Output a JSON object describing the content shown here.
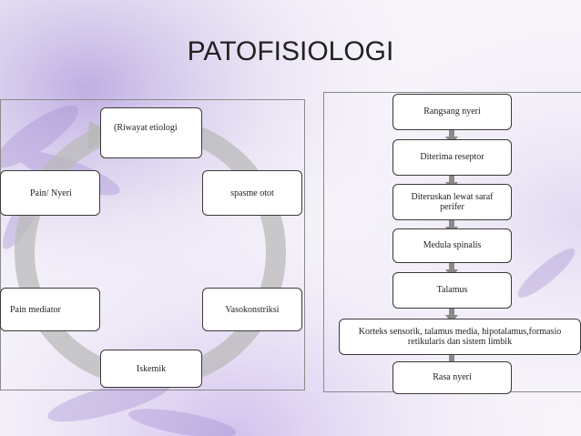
{
  "slide": {
    "title": "PATOFISIOLOGI"
  },
  "cycle": {
    "nodes": [
      {
        "id": "riwayat",
        "label": "(Riwayat etiologi"
      },
      {
        "id": "spasme",
        "label": "spasme otot"
      },
      {
        "id": "vasokonstriksi",
        "label": "Vasokonstriksi"
      },
      {
        "id": "iskemik",
        "label": "Iskemik"
      },
      {
        "id": "pain-mediator",
        "label": "Pain mediator"
      },
      {
        "id": "pain-nyeri",
        "label": "Pain/ Nyeri"
      }
    ]
  },
  "flowchart": {
    "steps": [
      {
        "label": "Rangsang nyeri"
      },
      {
        "label": "Diterima reseptor"
      },
      {
        "label": "Diteruskan lewat saraf perifer"
      },
      {
        "label": "Medula spinalis"
      },
      {
        "label": "Talamus"
      },
      {
        "label": "Korteks sensorik, talamus media, hipotalamus,formasio retikularis dan sistem limbik"
      },
      {
        "label": "Rasa nyeri"
      }
    ]
  },
  "colors": {
    "accent": "#7a5fa8",
    "box_border": "#3a3a3a",
    "arrow": "#8a8a8a",
    "cycle_ring": "#b9b9b9"
  }
}
